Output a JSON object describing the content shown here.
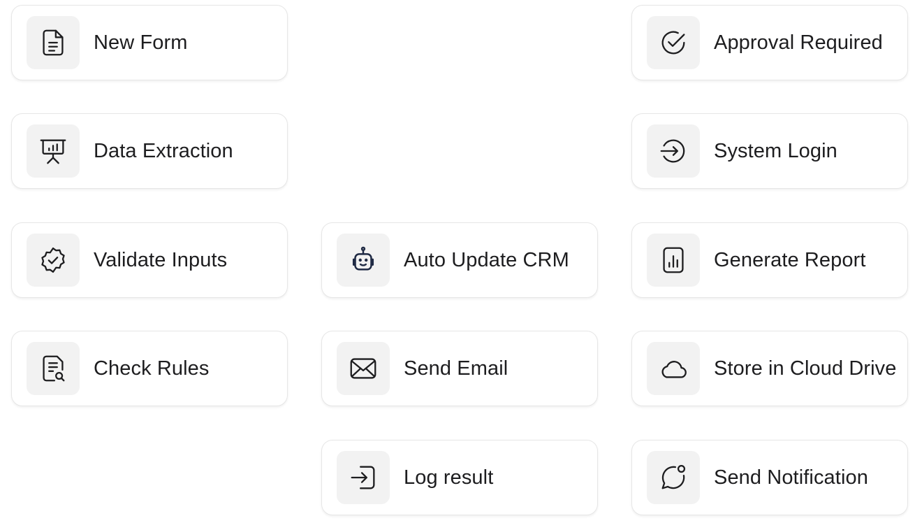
{
  "cards": {
    "new_form": {
      "label": "New Form",
      "icon": "document-icon"
    },
    "approval_required": {
      "label": "Approval Required",
      "icon": "check-circle-icon"
    },
    "data_extraction": {
      "label": "Data Extraction",
      "icon": "presentation-chart-icon"
    },
    "system_login": {
      "label": "System Login",
      "icon": "login-arrow-icon"
    },
    "validate_inputs": {
      "label": "Validate Inputs",
      "icon": "badge-check-icon"
    },
    "auto_update_crm": {
      "label": "Auto Update CRM",
      "icon": "robot-icon"
    },
    "generate_report": {
      "label": "Generate Report",
      "icon": "report-chart-icon"
    },
    "check_rules": {
      "label": "Check Rules",
      "icon": "document-search-icon"
    },
    "send_email": {
      "label": "Send Email",
      "icon": "envelope-icon"
    },
    "store_in_cloud_drive": {
      "label": "Store in Cloud Drive",
      "icon": "cloud-icon"
    },
    "log_result": {
      "label": "Log result",
      "icon": "log-in-icon"
    },
    "send_notification": {
      "label": "Send Notification",
      "icon": "chat-notification-icon"
    }
  },
  "colors": {
    "card_border": "#e6e6e6",
    "icon_bg": "#f2f2f2",
    "text": "#1d1d1f",
    "icon_stroke": "#1d1d1f",
    "robot_stroke": "#1f2a44"
  }
}
